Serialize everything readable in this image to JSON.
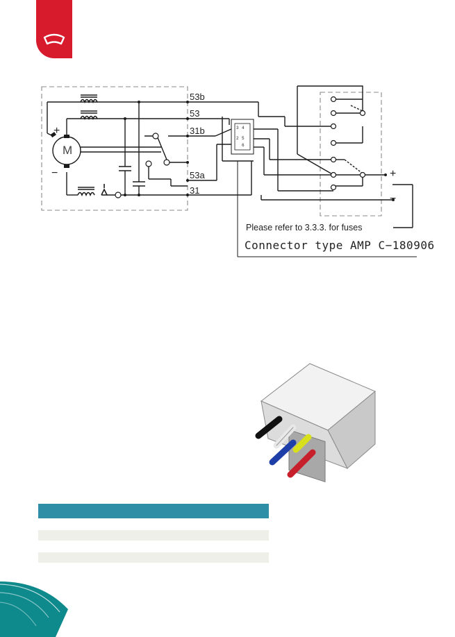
{
  "header": {
    "icon": "wiper-blade-icon",
    "accent_color": "#d71a2c"
  },
  "diagram": {
    "terminals": [
      "53b",
      "53",
      "31b",
      "53a",
      "31"
    ],
    "motor_label": "M",
    "plus_sign": "+",
    "minus_sign": "−",
    "connector_pins": [
      "3",
      "4",
      "2",
      "5",
      "6"
    ],
    "supply_plus": "+",
    "supply_minus": "−",
    "fuse_note": "Please refer to 3.3.3. for fuses",
    "connector_note": "Connector type AMP C−180906"
  },
  "connector_photo": {
    "icon": "amp-connector-photo",
    "wire_colors": [
      "#111111",
      "#e8e8e8",
      "#1f3fa8",
      "#d8e01e",
      "#c8202a"
    ]
  },
  "table": {
    "header_color": "#2e8ea6",
    "row_shade_color": "#efefe9",
    "rows": 4
  }
}
